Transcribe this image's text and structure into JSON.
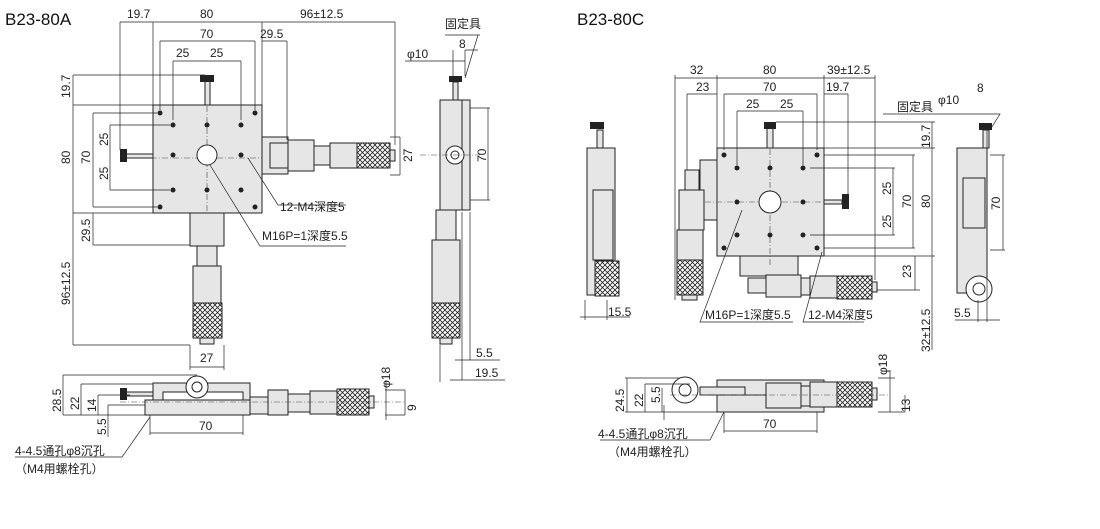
{
  "a": {
    "title": "B23-80A",
    "dim_19_7_top": "19.7",
    "dim_80_top": "80",
    "dim_96_top": "96±12.5",
    "dim_70_top": "70",
    "dim_29_5_top": "29.5",
    "dim_25_l": "25",
    "dim_25_r": "25",
    "dim_19_7_v": "19.7",
    "dim_80_v": "80",
    "dim_70_v": "70",
    "dim_25_v1": "25",
    "dim_25_v2": "25",
    "dim_27_v": "27",
    "dim_70_side": "70",
    "dim_29_5_v": "29.5",
    "dim_96_v": "96±12.5",
    "dim_27_bottom": "27",
    "callout_m4": "12-M4深度5",
    "callout_m16": "M16P=1深度5.5",
    "fixture": "固定具",
    "phi10": "φ10",
    "dim_8": "8",
    "dim_5_5_side": "5.5",
    "dim_19_5_side": "19.5",
    "phi18": "φ18",
    "dim_28_5": "28.5",
    "dim_22": "22",
    "dim_14": "14",
    "dim_5_5_front": "5.5",
    "dim_70_front": "70",
    "dim_9": "9",
    "hole_note": "4-4.5通孔φ8沉孔",
    "hole_note2": "（M4用螺栓孔）"
  },
  "c": {
    "title": "B23-80C",
    "dim_32_top": "32",
    "dim_80_top": "80",
    "dim_39_top": "39±12.5",
    "dim_23_top": "23",
    "dim_70_top": "70",
    "dim_19_7_top": "19.7",
    "dim_25_l": "25",
    "dim_25_r": "25",
    "fixture": "固定具",
    "phi10": "φ10",
    "dim_8": "8",
    "dim_19_7_v": "19.7",
    "dim_25_v1": "25",
    "dim_25_v2": "25",
    "dim_70_v": "70",
    "dim_80_v": "80",
    "dim_23_v": "23",
    "dim_32_v": "32±12.5",
    "dim_70_side": "70",
    "dim_15_5": "15.5",
    "dim_5_5_side": "5.5",
    "callout_m16": "M16P=1深度5.5",
    "callout_m4": "12-M4深度5",
    "phi18": "φ18",
    "dim_24_5": "24.5",
    "dim_22": "22",
    "dim_5_5_front": "5.5",
    "dim_13": "13",
    "dim_70_front": "70",
    "hole_note": "4-4.5通孔φ8沉孔",
    "hole_note2": "（M4用螺栓孔）"
  }
}
